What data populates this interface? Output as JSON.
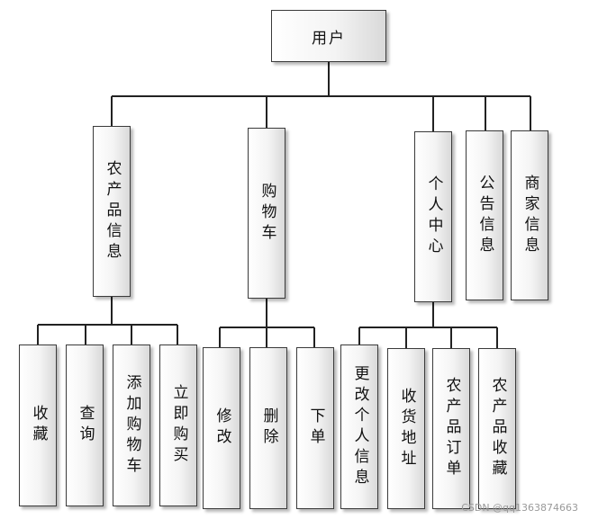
{
  "root": "用户",
  "modules": {
    "products": "农产品信息",
    "cart": "购物车",
    "personal": "个人中心",
    "notice": "公告信息",
    "merchant": "商家信息"
  },
  "product_actions": [
    "收藏",
    "查询",
    "添加购物车",
    "立即购买"
  ],
  "cart_actions": [
    "修改",
    "删除",
    "下单"
  ],
  "personal_actions": [
    "更改个人信息",
    "收货地址",
    "农产品订单",
    "农产品收藏"
  ],
  "watermark": "CSDN @qq1363874663"
}
